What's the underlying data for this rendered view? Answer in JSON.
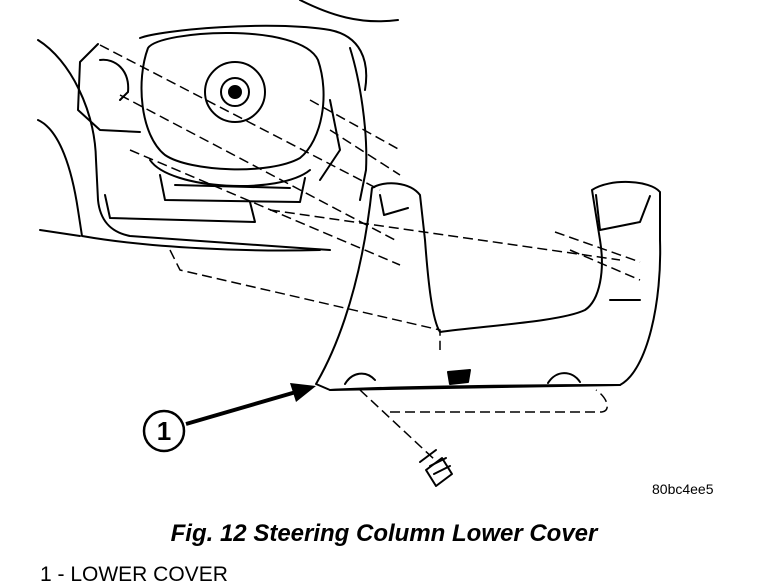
{
  "figure": {
    "callout_number": "1",
    "image_id": "80bc4ee5",
    "caption": "Fig. 12 Steering Column Lower Cover",
    "legend": [
      {
        "label": "1 - LOWER COVER"
      }
    ]
  }
}
